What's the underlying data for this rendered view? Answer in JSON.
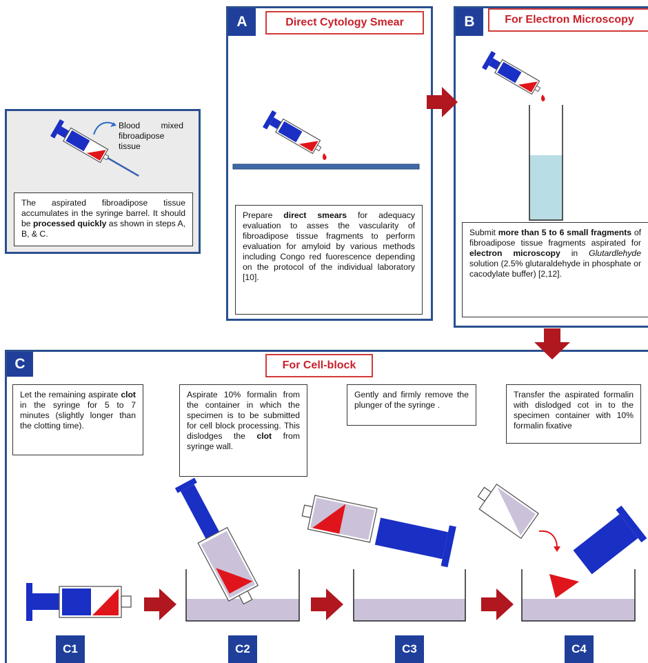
{
  "intro": {
    "label": "Blood mixed fibroadipose tissue",
    "text_pre": "The aspirated fibroadipose tissue accumulates in the syringe barrel. It should be ",
    "text_bold": "processed quickly",
    "text_post": " as shown in steps A, B, & C."
  },
  "panel_a": {
    "letter": "A",
    "title": "Direct Cytology Smear",
    "t1": "Prepare ",
    "t2": "direct smears",
    "t3": " for adequacy evaluation to asses the vascularity of fibroadipose tissue fragments to perform evaluation for amyloid by various methods including Congo red fuorescence depending on the protocol of the individual laboratory [10]."
  },
  "panel_b": {
    "letter": "B",
    "title": "For Electron Microscopy",
    "t1": "Submit ",
    "t2": "more than 5 to 6 small fragments",
    "t3": " of fibroadipose tissue fragments aspirated for ",
    "t4": "electron microscopy",
    "t5": " in ",
    "t6": "Glutardlehyde",
    "t7": " solution (2.5% glutaraldehyde in phosphate or cacodylate buffer) [2,12]."
  },
  "panel_c": {
    "letter": "C",
    "title": "For Cell-block",
    "step1": {
      "pre": "Let the remaining aspirate ",
      "bold": "clot",
      "post": " in the syringe for 5 to 7 minutes (slightly longer than the clotting time)."
    },
    "step2": {
      "pre": "Aspirate 10% formalin from the container in which the specimen is to be submitted for cell block processing. This dislodges the ",
      "bold": "clot",
      "post": " from syringe wall."
    },
    "step3": {
      "text": "Gently and firmly remove the plunger of the syringe ."
    },
    "step4": {
      "text": "Transfer the aspirated formalin with dislodged cot in to the specimen container with 10% formalin fixative"
    },
    "labels": [
      "C1",
      "C2",
      "C3",
      "C4"
    ]
  },
  "colors": {
    "frame": "#2a4f8f",
    "tag_blue": "#1f3f9a",
    "title_red": "#c8202a",
    "arrow_red": "#b0171f",
    "syringe_blue": "#1a2fc4",
    "clot_red": "#e0151b",
    "fluid_lilac": "#cbc2da",
    "fluid_blue": "#b9dde4"
  },
  "icons": [
    "syringe-icon",
    "blood-drop-icon",
    "arrow-right-icon",
    "arrow-down-icon",
    "curved-arrow-icon",
    "container-icon",
    "glass-slide-icon"
  ]
}
